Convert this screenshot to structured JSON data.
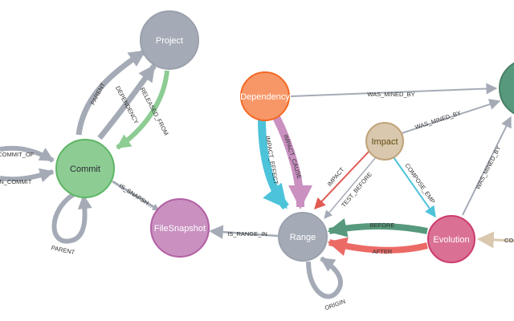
{
  "graph": {
    "nodes": [
      {
        "id": "project",
        "label": "Project",
        "color": "#a5abb6",
        "stroke": "#9aa1ac",
        "text_color": "#ffffff"
      },
      {
        "id": "commit",
        "label": "Commit",
        "color": "#8dcc93",
        "stroke": "#5db665",
        "text_color": "#2a2c34"
      },
      {
        "id": "filesnapshot",
        "label": "FileSnapshot",
        "color": "#c990c0",
        "stroke": "#b261a5",
        "text_color": "#ffffff"
      },
      {
        "id": "dependency",
        "label": "Dependency",
        "color": "#f79767",
        "stroke": "#f36924",
        "text_color": "#ffffff"
      },
      {
        "id": "impact",
        "label": "Impact",
        "color": "#d9c8ae",
        "stroke": "#c0a378",
        "text_color": "#604a0e"
      },
      {
        "id": "range",
        "label": "Range",
        "color": "#a5abb6",
        "stroke": "#9aa1ac",
        "text_color": "#ffffff"
      },
      {
        "id": "evolution",
        "label": "Evolution",
        "color": "#da7194",
        "stroke": "#cc3c6c",
        "text_color": "#ffffff"
      },
      {
        "id": "offscreen",
        "label": "",
        "color": "#57997c",
        "stroke": "#4a8068",
        "text_color": "#ffffff"
      }
    ],
    "edges": [
      {
        "id": "commit-project-parent",
        "label": "PARENT",
        "color": "#a5abb6"
      },
      {
        "id": "commit-project-dependency",
        "label": "DEPENDENCY",
        "color": "#a5abb6"
      },
      {
        "id": "project-commit-released",
        "label": "RELEASED_FROM",
        "color": "#8dcc93"
      },
      {
        "id": "in-commit-is-commit-of",
        "label": "IS_COMMIT_OF",
        "color": "#a5abb6"
      },
      {
        "id": "in-commit-main-commit",
        "label": "MAIN_COMMIT",
        "color": "#a5abb6"
      },
      {
        "id": "commit-self-parent",
        "label": "PARENT",
        "color": "#a5abb6"
      },
      {
        "id": "commit-filesnapshot",
        "label": "IS_SNAPSH...",
        "color": "#a5abb6"
      },
      {
        "id": "range-filesnapshot",
        "label": "IS_RANGE_IN",
        "color": "#a5abb6"
      },
      {
        "id": "dependency-range-effect",
        "label": "IMPACT_EFFECT",
        "color": "#4dc3da"
      },
      {
        "id": "dependency-range-cause",
        "label": "IMPACT_CAUSE",
        "color": "#c990c0"
      },
      {
        "id": "dependency-offscreen-mined",
        "label": "WAS_MINED_BY",
        "color": "#a5abb6"
      },
      {
        "id": "impact-offscreen-mined",
        "label": "WAS_MINED_BY",
        "color": "#a5abb6"
      },
      {
        "id": "impact-range-impact",
        "label": "IMPACT",
        "color": "#e05a52"
      },
      {
        "id": "impact-range-test",
        "label": "TEST_BEFORE",
        "color": "#a5abb6"
      },
      {
        "id": "impact-evolution-compose",
        "label": "COMPOSE_EMP",
        "color": "#4dc3da"
      },
      {
        "id": "evolution-range-before",
        "label": "BEFORE",
        "color": "#57997c"
      },
      {
        "id": "evolution-range-after",
        "label": "AFTER",
        "color": "#ec6a65"
      },
      {
        "id": "evolution-offscreen-mined",
        "label": "WAS_MINED_BY",
        "color": "#a5abb6"
      },
      {
        "id": "in-evolution-co",
        "label": "CO",
        "color": "#d9c8ae"
      },
      {
        "id": "range-self-origin",
        "label": "ORIGIN",
        "color": "#a5abb6"
      }
    ]
  }
}
